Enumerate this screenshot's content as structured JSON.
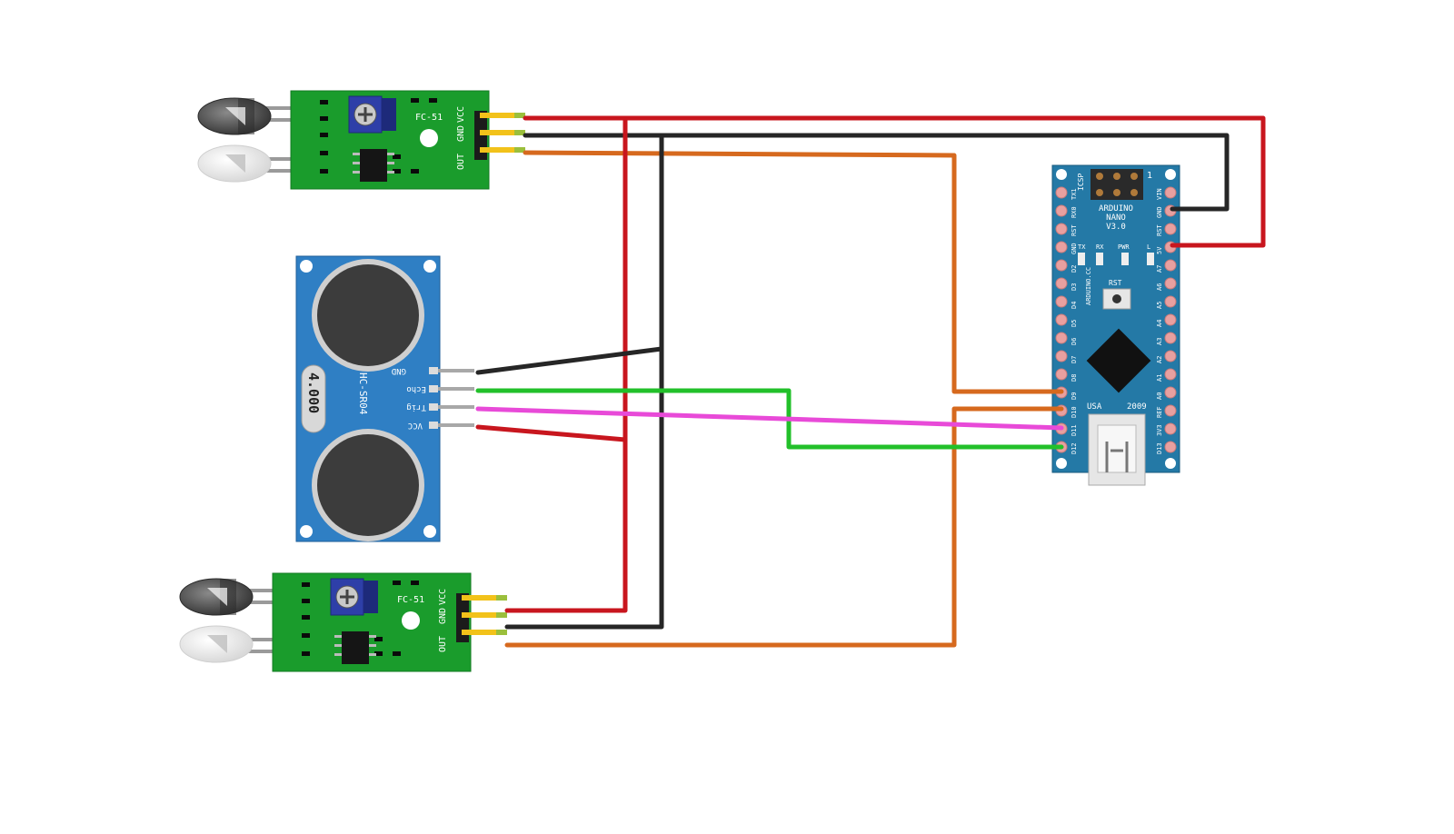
{
  "colors": {
    "background": "#ffffff",
    "ir_board": "#1a9c2c",
    "hc_board": "#2f7fc4",
    "nano_board": "#2479a6",
    "pot": "#2e3fa8",
    "wire_red": "#c8161e",
    "wire_black": "#262626",
    "wire_orange": "#d6691e",
    "wire_green": "#22c02a",
    "wire_pink": "#e84ad8",
    "pin_header_tip": "#f2c21a"
  },
  "ir_sensor_top": {
    "model": "FC-51",
    "pins": [
      "OUT",
      "GND",
      "VCC"
    ]
  },
  "ir_sensor_bottom": {
    "model": "FC-51",
    "pins": [
      "OUT",
      "GND",
      "VCC"
    ]
  },
  "ultrasonic": {
    "model": "HC-SR04",
    "crystal": "4.000",
    "pins": [
      "GND",
      "Echo",
      "Trig",
      "VCC"
    ]
  },
  "nano": {
    "title_line1": "ARDUINO",
    "title_line2": "NANO",
    "title_line3": "V3.0",
    "icsp_label": "ICSP",
    "icsp_num": "1",
    "maker": "ARDUINO.CC",
    "rst_button": "RST",
    "country": "USA",
    "year": "2009",
    "leds": [
      "TX",
      "RX",
      "PWR",
      "L"
    ],
    "left_pins": [
      "TX1",
      "RX0",
      "RST",
      "GND",
      "D2",
      "D3",
      "D4",
      "D5",
      "D6",
      "D7",
      "D8",
      "D9",
      "D10",
      "D11",
      "D12"
    ],
    "right_pins": [
      "VIN",
      "GND",
      "RST",
      "5V",
      "A7",
      "A6",
      "A5",
      "A4",
      "A3",
      "A2",
      "A1",
      "A0",
      "REF",
      "3V3",
      "D13"
    ]
  },
  "connections": [
    {
      "from": "IR top VCC",
      "to": "Nano 5V",
      "color": "red"
    },
    {
      "from": "IR top GND",
      "to": "Nano GND",
      "color": "black"
    },
    {
      "from": "IR top OUT",
      "to": "Nano D9",
      "color": "orange"
    },
    {
      "from": "IR bottom VCC",
      "to": "5V rail",
      "color": "red"
    },
    {
      "from": "IR bottom GND",
      "to": "GND rail",
      "color": "black"
    },
    {
      "from": "IR bottom OUT",
      "to": "Nano D10",
      "color": "orange"
    },
    {
      "from": "HC-SR04 GND",
      "to": "GND rail",
      "color": "black"
    },
    {
      "from": "HC-SR04 VCC",
      "to": "5V rail",
      "color": "red"
    },
    {
      "from": "HC-SR04 Trig",
      "to": "Nano D11",
      "color": "pink"
    },
    {
      "from": "HC-SR04 Echo",
      "to": "Nano D12",
      "color": "green"
    }
  ]
}
